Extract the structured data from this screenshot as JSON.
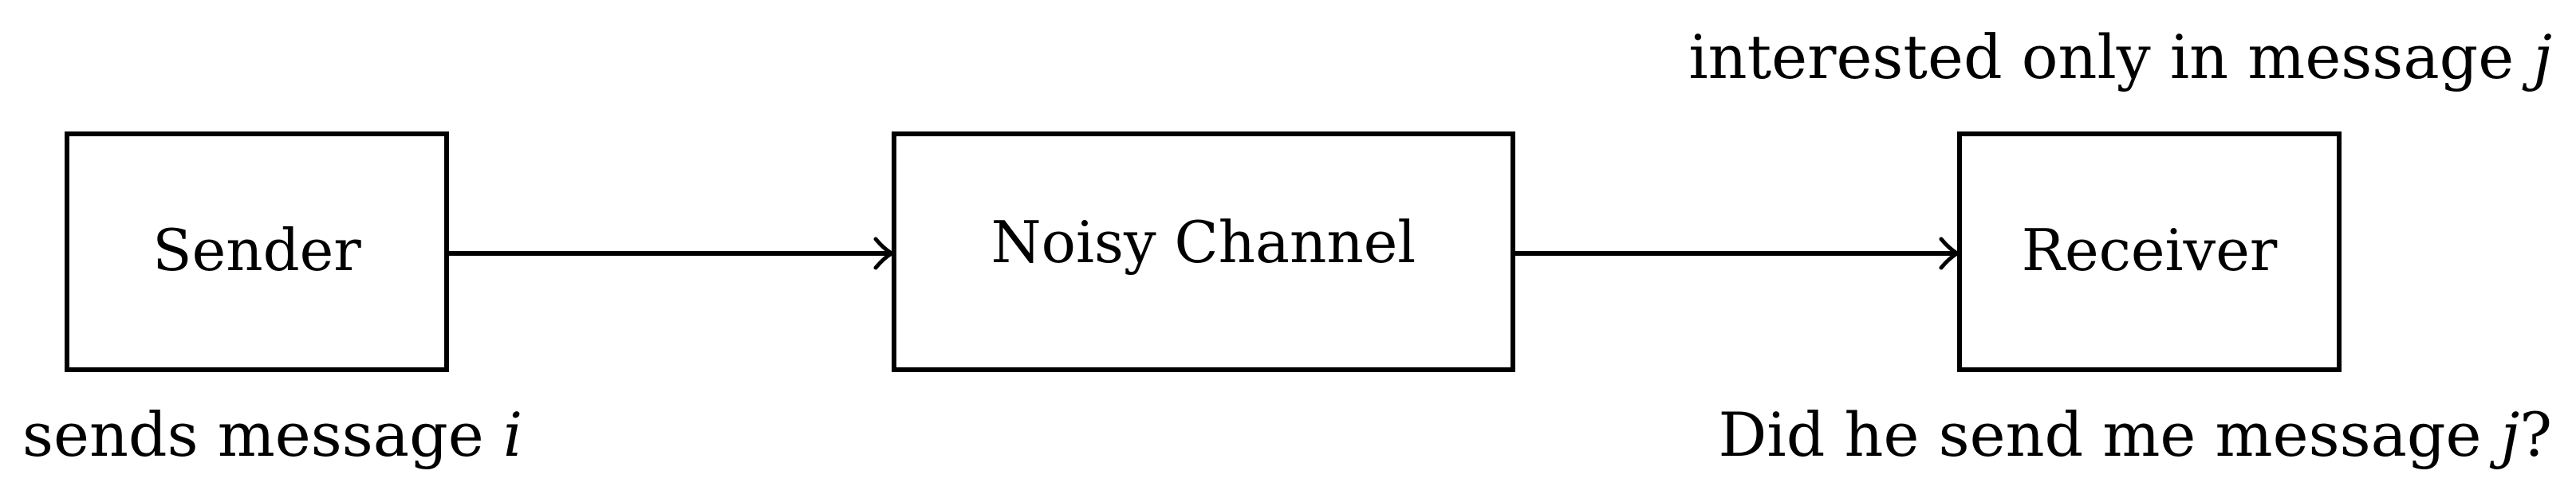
{
  "nodes": {
    "sender": {
      "label": "Sender"
    },
    "channel": {
      "label": "Noisy Channel"
    },
    "receiver": {
      "label": "Receiver"
    }
  },
  "captions": {
    "sender_note": {
      "text": "sends message ",
      "var": "i"
    },
    "receiver_top_note": {
      "text": "interested only in message ",
      "var": "j"
    },
    "receiver_bottom_note": {
      "text": "Did he send me message ",
      "var": "j",
      "suffix": "?"
    }
  },
  "edges": [
    {
      "from": "sender",
      "to": "channel"
    },
    {
      "from": "channel",
      "to": "receiver"
    }
  ]
}
